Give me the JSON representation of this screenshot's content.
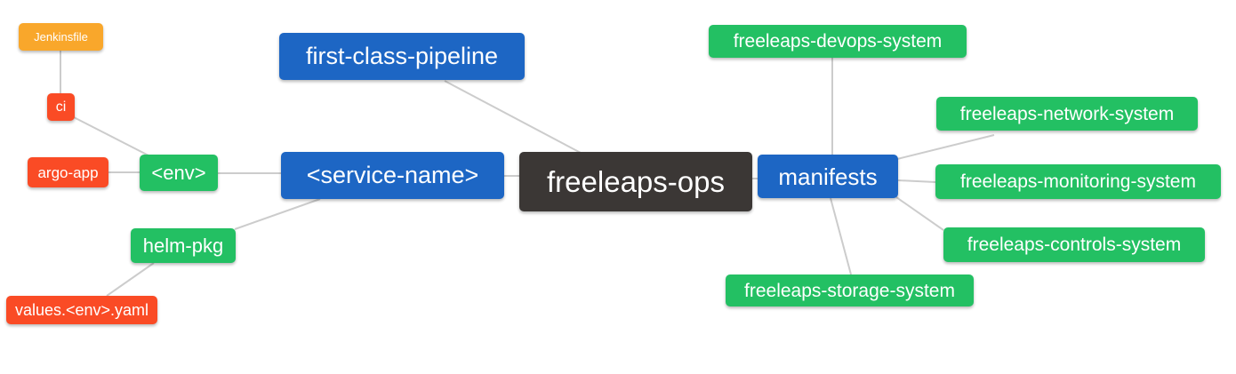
{
  "diagram": {
    "type": "mindmap",
    "root": "freeleaps-ops",
    "colors": {
      "orange_node": "#F9A72B",
      "red_node": "#FA4B25",
      "green_node": "#23C063",
      "blue_node": "#1D66C4",
      "dark_node": "#3B3735",
      "edge": "#CCCCCC",
      "text": "#FFFFFF",
      "background": "#FFFFFF"
    }
  },
  "nodes": {
    "jenkinsfile": {
      "label": "Jenkinsfile"
    },
    "ci": {
      "label": "ci"
    },
    "argo_app": {
      "label": "argo-app"
    },
    "env": {
      "label": "<env>"
    },
    "helm_pkg": {
      "label": "helm-pkg"
    },
    "values_yaml": {
      "label": "values.<env>.yaml"
    },
    "first_class_pipeline": {
      "label": "first-class-pipeline"
    },
    "service_name": {
      "label": "<service-name>"
    },
    "freeleaps_ops": {
      "label": "freeleaps-ops"
    },
    "manifests": {
      "label": "manifests"
    },
    "devops_system": {
      "label": "freeleaps-devops-system"
    },
    "network_system": {
      "label": "freeleaps-network-system"
    },
    "monitoring_system": {
      "label": "freeleaps-monitoring-system"
    },
    "controls_system": {
      "label": "freeleaps-controls-system"
    },
    "storage_system": {
      "label": "freeleaps-storage-system"
    }
  },
  "edges": [
    {
      "from": "Jenkinsfile",
      "to": "ci"
    },
    {
      "from": "ci",
      "to": "<env>"
    },
    {
      "from": "argo-app",
      "to": "<env>"
    },
    {
      "from": "<env>",
      "to": "<service-name>"
    },
    {
      "from": "helm-pkg",
      "to": "<service-name>"
    },
    {
      "from": "values.<env>.yaml",
      "to": "helm-pkg"
    },
    {
      "from": "<service-name>",
      "to": "freeleaps-ops"
    },
    {
      "from": "first-class-pipeline",
      "to": "freeleaps-ops"
    },
    {
      "from": "freeleaps-ops",
      "to": "manifests"
    },
    {
      "from": "manifests",
      "to": "freeleaps-devops-system"
    },
    {
      "from": "manifests",
      "to": "freeleaps-network-system"
    },
    {
      "from": "manifests",
      "to": "freeleaps-monitoring-system"
    },
    {
      "from": "manifests",
      "to": "freeleaps-controls-system"
    },
    {
      "from": "manifests",
      "to": "freeleaps-storage-system"
    }
  ]
}
